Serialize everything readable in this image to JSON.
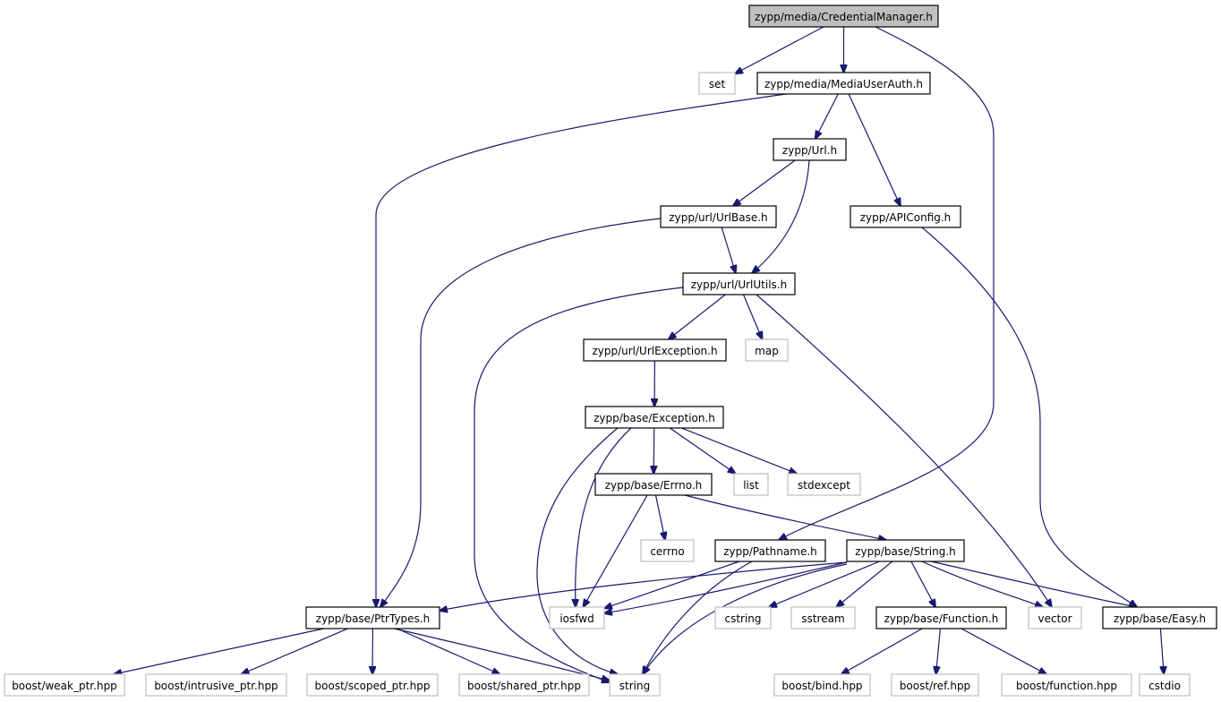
{
  "diagram": {
    "type": "include-dependency-graph",
    "root": "zypp/media/CredentialManager.h",
    "colors": {
      "root_fill": "#bfbfbf",
      "node_border": "#000000",
      "system_border": "#bfbfbf",
      "edge": "#191970",
      "text": "#000000"
    },
    "nodes": [
      {
        "id": "credmgr",
        "label": "zypp/media/CredentialManager.h",
        "kind": "root"
      },
      {
        "id": "set",
        "label": "set",
        "kind": "system"
      },
      {
        "id": "mediauserauth",
        "label": "zypp/media/MediaUserAuth.h",
        "kind": "project"
      },
      {
        "id": "url",
        "label": "zypp/Url.h",
        "kind": "project"
      },
      {
        "id": "apiconfig",
        "label": "zypp/APIConfig.h",
        "kind": "project"
      },
      {
        "id": "urlbase",
        "label": "zypp/url/UrlBase.h",
        "kind": "project"
      },
      {
        "id": "urlutils",
        "label": "zypp/url/UrlUtils.h",
        "kind": "project"
      },
      {
        "id": "urlexception",
        "label": "zypp/url/UrlException.h",
        "kind": "project"
      },
      {
        "id": "map",
        "label": "map",
        "kind": "system"
      },
      {
        "id": "exception",
        "label": "zypp/base/Exception.h",
        "kind": "project"
      },
      {
        "id": "errno",
        "label": "zypp/base/Errno.h",
        "kind": "project"
      },
      {
        "id": "list",
        "label": "list",
        "kind": "system"
      },
      {
        "id": "stdexcept",
        "label": "stdexcept",
        "kind": "system"
      },
      {
        "id": "cerrno",
        "label": "cerrno",
        "kind": "system"
      },
      {
        "id": "pathname",
        "label": "zypp/Pathname.h",
        "kind": "project"
      },
      {
        "id": "string_h",
        "label": "zypp/base/String.h",
        "kind": "project"
      },
      {
        "id": "ptrtypes",
        "label": "zypp/base/PtrTypes.h",
        "kind": "project"
      },
      {
        "id": "iosfwd",
        "label": "iosfwd",
        "kind": "system"
      },
      {
        "id": "cstring",
        "label": "cstring",
        "kind": "system"
      },
      {
        "id": "sstream",
        "label": "sstream",
        "kind": "system"
      },
      {
        "id": "function_h",
        "label": "zypp/base/Function.h",
        "kind": "project"
      },
      {
        "id": "vector",
        "label": "vector",
        "kind": "system"
      },
      {
        "id": "easy",
        "label": "zypp/base/Easy.h",
        "kind": "project"
      },
      {
        "id": "weak_ptr",
        "label": "boost/weak_ptr.hpp",
        "kind": "system"
      },
      {
        "id": "intrusive_ptr",
        "label": "boost/intrusive_ptr.hpp",
        "kind": "system"
      },
      {
        "id": "scoped_ptr",
        "label": "boost/scoped_ptr.hpp",
        "kind": "system"
      },
      {
        "id": "shared_ptr",
        "label": "boost/shared_ptr.hpp",
        "kind": "system"
      },
      {
        "id": "string",
        "label": "string",
        "kind": "system"
      },
      {
        "id": "bind",
        "label": "boost/bind.hpp",
        "kind": "system"
      },
      {
        "id": "ref",
        "label": "boost/ref.hpp",
        "kind": "system"
      },
      {
        "id": "function_hpp",
        "label": "boost/function.hpp",
        "kind": "system"
      },
      {
        "id": "cstdio",
        "label": "cstdio",
        "kind": "system"
      }
    ],
    "edges": [
      [
        "credmgr",
        "set"
      ],
      [
        "credmgr",
        "mediauserauth"
      ],
      [
        "credmgr",
        "pathname"
      ],
      [
        "mediauserauth",
        "ptrtypes"
      ],
      [
        "mediauserauth",
        "url"
      ],
      [
        "mediauserauth",
        "apiconfig"
      ],
      [
        "url",
        "urlbase"
      ],
      [
        "url",
        "urlutils"
      ],
      [
        "urlbase",
        "ptrtypes"
      ],
      [
        "urlbase",
        "urlutils"
      ],
      [
        "apiconfig",
        "easy"
      ],
      [
        "urlutils",
        "string"
      ],
      [
        "urlutils",
        "urlexception"
      ],
      [
        "urlutils",
        "map"
      ],
      [
        "urlutils",
        "vector"
      ],
      [
        "urlexception",
        "exception"
      ],
      [
        "exception",
        "string"
      ],
      [
        "exception",
        "iosfwd"
      ],
      [
        "exception",
        "errno"
      ],
      [
        "exception",
        "list"
      ],
      [
        "exception",
        "stdexcept"
      ],
      [
        "errno",
        "cerrno"
      ],
      [
        "errno",
        "iosfwd"
      ],
      [
        "errno",
        "string_h"
      ],
      [
        "pathname",
        "iosfwd"
      ],
      [
        "pathname",
        "string"
      ],
      [
        "string_h",
        "ptrtypes"
      ],
      [
        "string_h",
        "iosfwd"
      ],
      [
        "string_h",
        "string"
      ],
      [
        "string_h",
        "cstring"
      ],
      [
        "string_h",
        "sstream"
      ],
      [
        "string_h",
        "function_h"
      ],
      [
        "string_h",
        "vector"
      ],
      [
        "string_h",
        "easy"
      ],
      [
        "ptrtypes",
        "weak_ptr"
      ],
      [
        "ptrtypes",
        "intrusive_ptr"
      ],
      [
        "ptrtypes",
        "scoped_ptr"
      ],
      [
        "ptrtypes",
        "shared_ptr"
      ],
      [
        "ptrtypes",
        "string"
      ],
      [
        "function_h",
        "bind"
      ],
      [
        "function_h",
        "ref"
      ],
      [
        "function_h",
        "function_hpp"
      ],
      [
        "easy",
        "cstdio"
      ]
    ]
  }
}
